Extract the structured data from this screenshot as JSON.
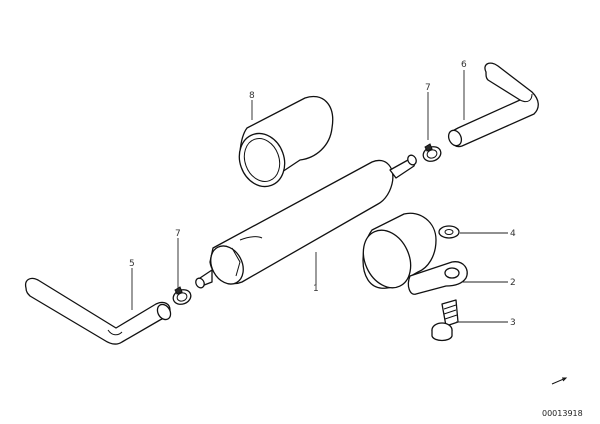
{
  "diagram": {
    "callouts": {
      "c1": "1",
      "c2": "2",
      "c3": "3",
      "c4": "4",
      "c5": "5",
      "c6": "6",
      "c7a": "7",
      "c7b": "7",
      "c8": "8"
    },
    "reference_number": "00013918"
  }
}
